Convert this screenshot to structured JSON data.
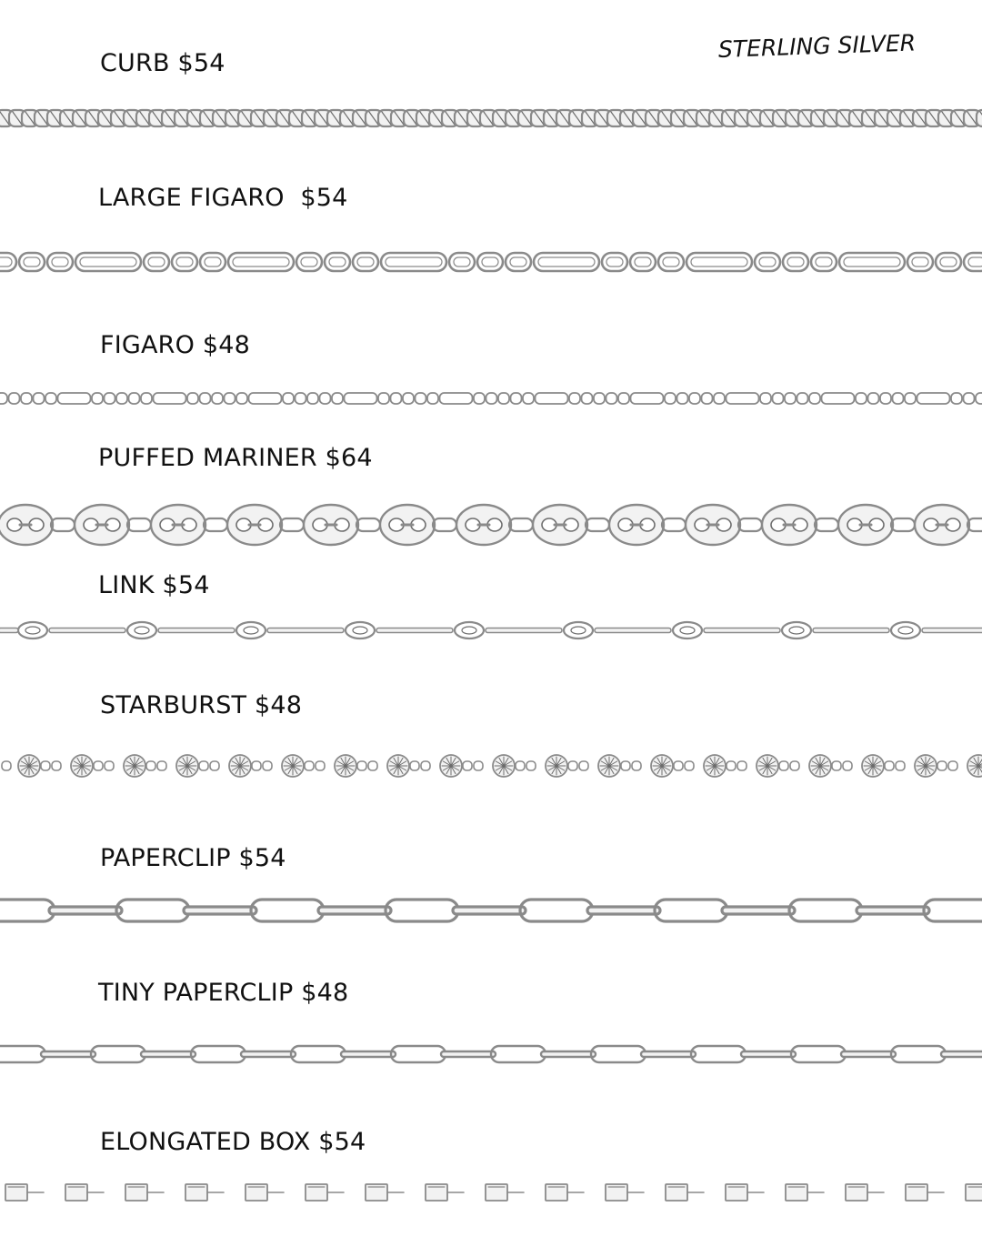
{
  "material_label": "STERLING SILVER",
  "colors": {
    "metal_fill": "#f2f2f2",
    "metal_stroke": "#8a8a8a",
    "metal_dark": "#6d6d6d",
    "text": "#111111"
  },
  "chains": [
    {
      "id": "curb",
      "label": "CURB $54",
      "style": "curb"
    },
    {
      "id": "large-figaro",
      "label": "LARGE FIGARO  $54",
      "style": "large-figaro"
    },
    {
      "id": "figaro",
      "label": "FIGARO $48",
      "style": "figaro"
    },
    {
      "id": "puffed-mariner",
      "label": "PUFFED MARINER $64",
      "style": "mariner"
    },
    {
      "id": "link",
      "label": "LINK $54",
      "style": "bar-link"
    },
    {
      "id": "starburst",
      "label": "STARBURST $48",
      "style": "starburst"
    },
    {
      "id": "paperclip",
      "label": "PAPERCLIP $54",
      "style": "paperclip"
    },
    {
      "id": "tiny-paperclip",
      "label": "TINY PAPERCLIP $48",
      "style": "tiny-paperclip"
    },
    {
      "id": "elongated-box",
      "label": "ELONGATED BOX $54",
      "style": "box"
    }
  ]
}
